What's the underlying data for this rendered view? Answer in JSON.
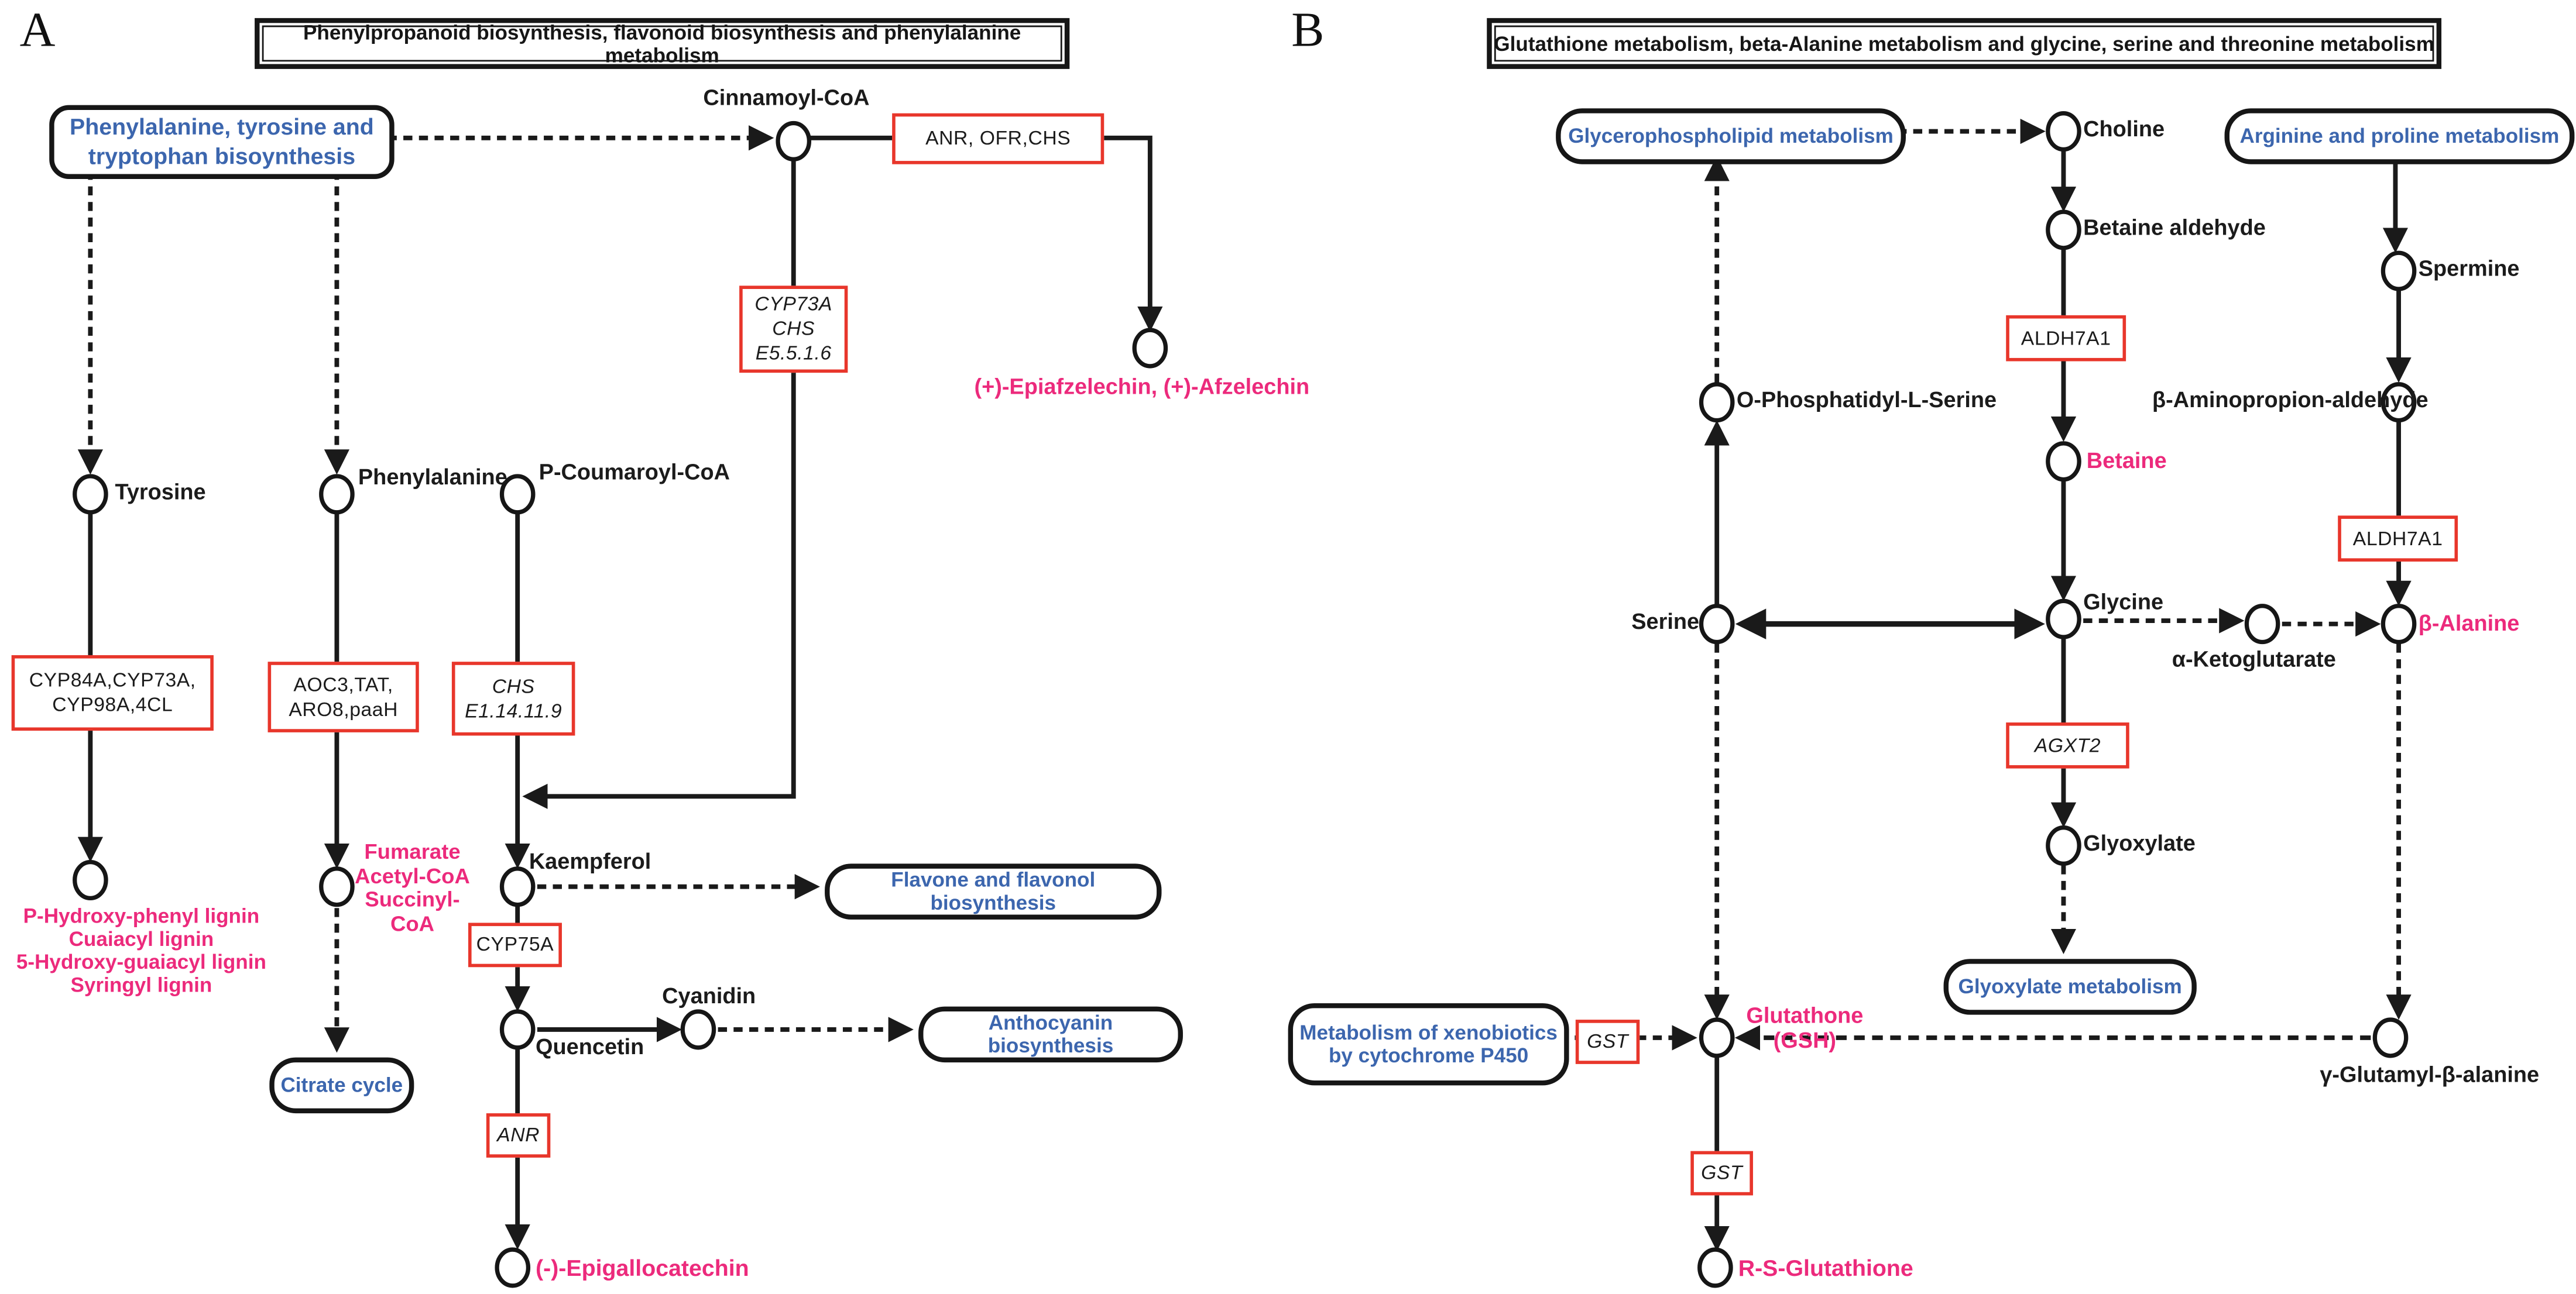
{
  "panel_a": {
    "label": "A",
    "title": "Phenylpropanoid biosynthesis, flavonoid biosynthesis and phenylalanine metabolism",
    "pathways": {
      "ptt": "Phenylalanine, tyrosine and\ntryptophan bisoynthesis",
      "citrate": "Citrate cycle",
      "flavone": "Flavone and flavonol biosynthesis",
      "anthocyanin": "Anthocyanin biosynthesis"
    },
    "metabolites": {
      "cinnamoyl": "Cinnamoyl-CoA",
      "tyrosine": "Tyrosine",
      "phenylalanine": "Phenylalanine",
      "pcoumaroyl": "P-Coumaroyl-CoA",
      "kaempferol": "Kaempferol",
      "quencetin": "Quencetin",
      "cyanidin": "Cyanidin",
      "epiafzelechin": "(+)-Epiafzelechin, (+)-Afzelechin",
      "lignins": "P-Hydroxy-phenyl lignin\nCuaiacyl lignin\n5-Hydroxy-guaiacyl lignin\nSyringyl lignin",
      "tca_inputs": "Fumarate\nAcetyl-CoA\nSuccinyl-CoA",
      "epigallocatechin": "(-)-Epigallocatechin"
    },
    "enzymes": {
      "anr_ofr_chs": "ANR, OFR,CHS",
      "cyp73a_chs": "CYP73A\nCHS\nE5.5.1.6",
      "cyp84a_4cl": "CYP84A,CYP73A,\nCYP98A,4CL",
      "aoc3_tat": "AOC3,TAT,\nARO8,paaH",
      "chs_e1": "CHS\nE1.14.11.9",
      "cyp75a": "CYP75A",
      "anr": "ANR"
    }
  },
  "panel_b": {
    "label": "B",
    "title": "Glutathione metabolism, beta-Alanine metabolism and glycine, serine and threonine metabolism",
    "pathways": {
      "glycerophospholipid": "Glycerophospholipid metabolism",
      "arginine_proline": "Arginine and proline metabolism",
      "glyoxylate": "Glyoxylate metabolism",
      "xenobiotics": "Metabolism of xenobiotics\nby cytochrome P450"
    },
    "metabolites": {
      "choline": "Choline",
      "betaine_aldehyde": "Betaine aldehyde",
      "spermine": "Spermine",
      "o_phosphatidyl": "O-Phosphatidyl-L-Serine",
      "betaine": "Betaine",
      "b_aminopropion": "β-Aminopropion-aldehyde",
      "serine": "Serine",
      "glycine": "Glycine",
      "a_ketoglutarate": "α-Ketoglutarate",
      "b_alanine": "β-Alanine",
      "glyoxylate": "Glyoxylate",
      "glutathione": "Glutathone\n(GSH)",
      "g_glutamyl": "γ-Glutamyl-β-alanine",
      "rs_glutathione": "R-S-Glutathione"
    },
    "enzymes": {
      "aldh7a1_left": "ALDH7A1",
      "aldh7a1_right": "ALDH7A1",
      "agxt2": "AGXT2",
      "gst_left": "GST",
      "gst_bottom": "GST"
    }
  },
  "colors": {
    "enzyme_box_border": "#e8362b",
    "pink_text": "#ec2a7c",
    "blue_text": "#3c66ae",
    "line": "#1a1a1a"
  }
}
